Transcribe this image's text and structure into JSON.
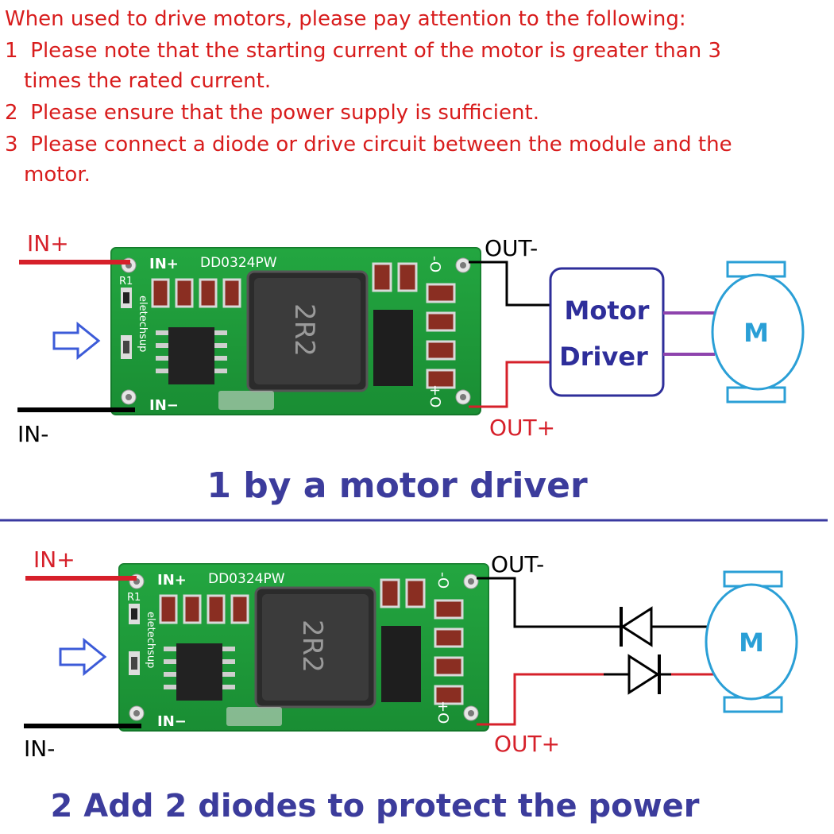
{
  "notes": {
    "heading": "When used to drive  motors, please pay attention to the following:",
    "items": [
      {
        "num": "1",
        "line1": "Please note that the starting current of the motor is greater than 3",
        "line2": "times   the rated current."
      },
      {
        "num": "2",
        "line1": "Please ensure that the power supply is sufficient.",
        "line2": ""
      },
      {
        "num": "3",
        "line1": "Please connect a diode or drive circuit between the module and the",
        "line2": "motor."
      }
    ]
  },
  "diagram1": {
    "in_plus": "IN+",
    "in_minus": "IN-",
    "out_minus": "OUT-",
    "out_plus": "OUT+",
    "pcb": {
      "in_plus": "IN+",
      "model": "DD0324PW",
      "r1": "R1",
      "brand": "eletechsup",
      "in_minus": "IN−",
      "inductor": "2R2",
      "out_minus": "-O",
      "out_plus": "+O"
    },
    "driver_line1": "Motor",
    "driver_line2": "Driver",
    "motor": "M",
    "caption": "1 by a motor driver"
  },
  "diagram2": {
    "in_plus": "IN+",
    "in_minus": "IN-",
    "out_minus": "OUT-",
    "out_plus": "OUT+",
    "pcb": {
      "in_plus": "IN+",
      "model": "DD0324PW",
      "r1": "R1",
      "brand": "eletechsup",
      "in_minus": "IN−",
      "inductor": "2R2",
      "out_minus": "-O",
      "out_plus": "+O"
    },
    "motor": "M",
    "caption": "2 Add 2 diodes to protect the power"
  },
  "colors": {
    "warning_text": "#d81c1c",
    "caption": "#3c3c9c",
    "wire_red": "#d6202a",
    "wire_black": "#000000",
    "driver_box": "#2e2e9a",
    "motor_lines": "#2a9fd6",
    "driver_wires": "#8e44ad",
    "pcb_green": "#1f9e3b",
    "separator": "#3a3aa0"
  }
}
